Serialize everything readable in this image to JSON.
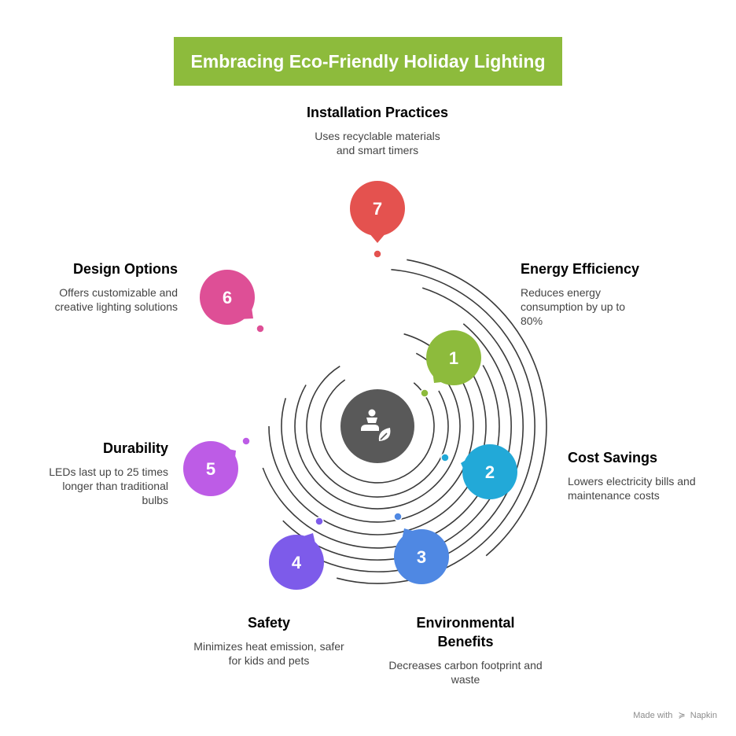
{
  "title": "Embracing Eco-Friendly Holiday Lighting",
  "steps": [
    {
      "num": "1",
      "title": "Energy Efficiency",
      "desc": "Reduces energy consumption by up to 80%",
      "color": "#8dbb3c"
    },
    {
      "num": "2",
      "title": "Cost Savings",
      "desc": "Lowers electricity bills and maintenance costs",
      "color": "#22a9d8"
    },
    {
      "num": "3",
      "title": "Environmental Benefits",
      "desc": "Decreases carbon footprint and waste",
      "color": "#4f88e3"
    },
    {
      "num": "4",
      "title": "Safety",
      "desc": "Minimizes heat emission, safer for kids and pets",
      "color": "#7d5bea"
    },
    {
      "num": "5",
      "title": "Durability",
      "desc": "LEDs last up to 25 times longer than traditional bulbs",
      "color": "#bd5ce6"
    },
    {
      "num": "6",
      "title": "Design Options",
      "desc": "Offers customizable and creative lighting solutions",
      "color": "#de4f96"
    },
    {
      "num": "7",
      "title": "Installation Practices",
      "desc": "Uses recyclable materials and smart timers",
      "color": "#e4524f"
    }
  ],
  "center_icon": "eco-light-bulb-hand-leaf-icon",
  "watermark": {
    "prefix": "Made with",
    "brand": "Napkin"
  }
}
